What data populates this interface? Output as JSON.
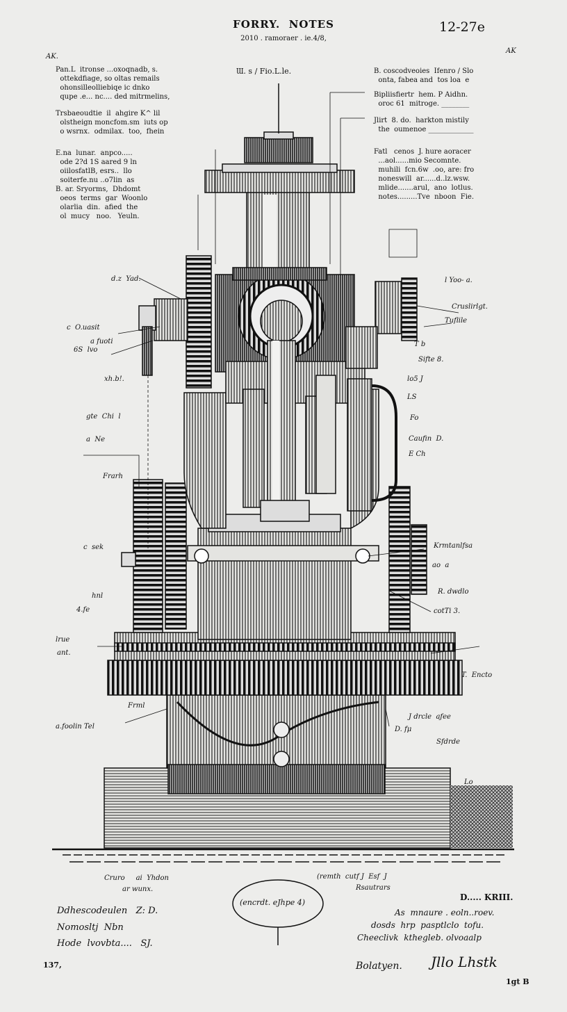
{
  "header": {
    "title": "FORRY.  NOTES",
    "subtitle": "2010 . ramoraer . ie.4/8,",
    "number": "12-27e",
    "corner_left": "AK.",
    "corner_right": "AK"
  },
  "figure_label": "Ɯ. s / Fio.L.le.",
  "left_blocks": [
    "Pan.L  itronse ...oxoqnadb, s.\n  ottekdfiage, so oltas remails\n  ohonsilleolliebiqe ic dnko\n  qupe .e... nc.... ded mitrmelins,",
    "Trsbaeoudtie  il  ahgire K^ lil\n  olstheign moncfom.sm  iuts op\n  o wsrnx.  odmilax.  too,  fhein",
    "E.na  lunar.  anpco.....\n  ode 2?d 1S aared 9 ln\n  oiilosfatlB, esrs..  llo\n  soiterfe.nu ..o7lin  as\nB. ar. Sryorms,  Dhdomt\n  oeos  terms  gar  Woonlo\n  olarlia  din.  afied  the\n  ol  mucy   noo.   Yeuln."
  ],
  "right_blocks": [
    "B. coscodveoies  Ifenro / Slo\n  onta, fabea and  tos loa  e",
    "Bipliisfiertr  hem. P Aidhn.\n  oroc 61  mitroge. ________",
    "Jlirt  8. do.  harkton mistily\n  the  oumenoe _____________",
    "Fatl   cenos  J. hure aoracer\n  ...aol......mio Secomnte.\n  muhili  fcn.6w  .oo, are: fro\n  noneswill  ar......d..lz.wsw.\n  mlide.......arul,  ano  lotlus.\n  notes.........Tve  nboon  Fie."
  ],
  "callouts": [
    "d.z  Yad.",
    "c  O.uasit",
    "a fuoti",
    "6S  lvo",
    "xh.b!.",
    "gte  Chi  l",
    "a  Ne",
    "Frarh",
    "c  sek",
    "hnl",
    "4.fe",
    "lrue",
    "ant.",
    "Frml",
    "a.foolin Tel",
    "l Yoo- a.",
    "Cruslirlgt.",
    "Tuflile",
    "T b",
    "Sifte 8.",
    "lo5 J",
    "LS",
    "Fo",
    "Caufin  D.",
    "E Ch",
    "Krmtanlfsa",
    "ao  a",
    "R. dwdlo",
    "cotTi 3.",
    "T.  Encto",
    "J drcle  aƒee",
    "D. fμ",
    "Sfdrde",
    "Lo"
  ],
  "bottom": {
    "under_left": "Cruro     ai  Yhdon",
    "under_left2": "ar wunx.",
    "under_right": "(remth  cutf J  Esf  J",
    "under_right2": "Rsautrars",
    "seal_text": "(encrdt. eJhpe 4)",
    "left_sig": [
      "Ddhescodeulen   Z: D.",
      "Nomosltj  Nbn",
      "Hode  lvovbta....   SJ."
    ],
    "page_left": "137,",
    "right_head": "D..... KRIII.",
    "right_sig": [
      "As  mnaure . eoln..roev.",
      "dosds  hrp  pasptlclo  tofu.",
      "Cheeclivk  kthegleb. olvoaalp"
    ],
    "signature_label": "Bolatyen.",
    "signature": "Jllo Lhstk",
    "page_right": "1gt B"
  }
}
